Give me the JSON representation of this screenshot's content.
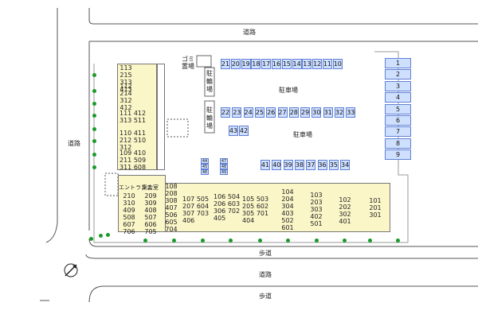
{
  "roads": {
    "top": "道路",
    "left": "道路",
    "bottom": "道路",
    "sidewalk_upper": "歩道",
    "sidewalk_lower": "歩道"
  },
  "labels": {
    "garbage": "ゴミ置場",
    "bike_parking_upper": "駐輪場",
    "bike_parking_lower": "駐輪場",
    "parking_upper": "駐車場",
    "parking_lower": "駐車場",
    "entrance": "エントランス",
    "meeting_room": "集会室"
  },
  "parking": {
    "row_top": [
      "21",
      "20",
      "19",
      "18",
      "17",
      "16",
      "15",
      "14",
      "13",
      "12",
      "11",
      "10"
    ],
    "row_mid": [
      "22",
      "23",
      "24",
      "25",
      "26",
      "27",
      "28",
      "29",
      "30",
      "31",
      "32",
      "33"
    ],
    "row_low": [
      "41",
      "40",
      "39",
      "38",
      "37",
      "36",
      "35",
      "34"
    ],
    "row_side": [
      "43",
      "42"
    ],
    "col_right": [
      "1",
      "2",
      "3",
      "4",
      "5",
      "6",
      "7",
      "8",
      "9"
    ],
    "moto": [
      "44",
      "45",
      "46",
      "47",
      "48",
      "49"
    ]
  },
  "units": {
    "left_1": "113\n215\n313\n413",
    "left_2": "112\n214\n312\n412",
    "left_3": "111 412\n313 511",
    "left_4": "110 411\n212 510\n312",
    "left_5": "109 410\n211 509\n311 608",
    "b1": "210\n310\n409\n508\n607\n706",
    "b2": "209\n309\n408\n507\n606\n705",
    "b3": "108\n208\n308\n407\n506\n605\n704",
    "b4": "107 505\n207 604\n307 703\n406",
    "b5": "106 504\n206 603\n306 702\n405",
    "b6": "105 503\n205 602\n305 701\n404",
    "b7": "104\n204\n304\n403\n502\n601",
    "b8": "103\n203\n303\n402\n501",
    "b9": "102\n202\n302\n401",
    "b10": "101\n201\n301"
  },
  "colors": {
    "parking_fill": "#cfe0ff",
    "parking_border": "#5f7fd6",
    "building_fill": "#fbf6c8",
    "tree": "#1a9a2a"
  }
}
